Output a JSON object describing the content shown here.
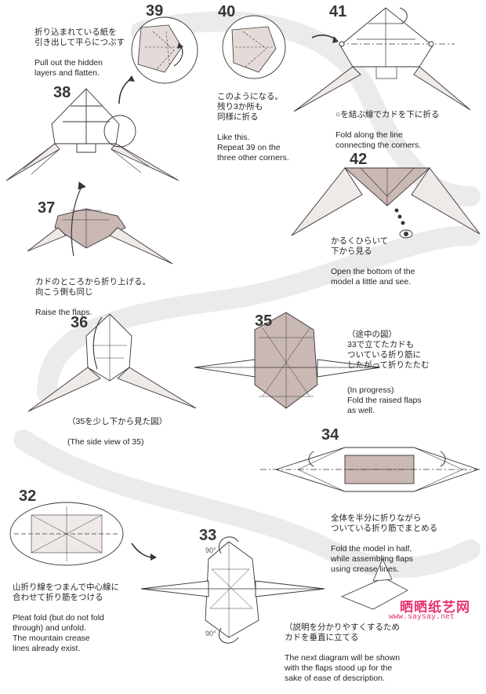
{
  "steps": {
    "s32": {
      "number": "32",
      "jp": "山折り線をつまんで中心線に\n合わせて折り筋をつける",
      "en": "Pleat fold (but do not fold\nthrough) and unfold.\nThe mountain crease\nlines already exist."
    },
    "s33": {
      "number": "33",
      "jp": "（説明を分かりやすくするため\nカドを垂直に立てる",
      "en": "The next diagram will be shown\nwith the flaps stood up for the\nsake of ease of description.",
      "angle_top": "90°",
      "angle_bottom": "90°"
    },
    "s34": {
      "number": "34",
      "jp": "全体を半分に折りながら\nついている折り筋でまとめる",
      "en": "Fold the model in half,\nwhile assembling flaps\nusing crease lines."
    },
    "s35": {
      "number": "35",
      "jp": "（途中の図）\n33で立てたカドも\nついている折り筋に\nしたがって折りたたむ",
      "en": "(In progress)\nFold the raised flaps\nas well."
    },
    "s36": {
      "number": "36",
      "jp": "（35を少し下から見た図）",
      "en": "(The side view of 35)"
    },
    "s37": {
      "number": "37",
      "jp": "カドのところから折り上げる。\n向こう側も同じ",
      "en": "Raise the flaps."
    },
    "s38": {
      "number": "38"
    },
    "s39": {
      "number": "39",
      "jp": "折り込まれている紙を\n引き出して平らにつぶす",
      "en": "Pull out the hidden\nlayers and flatten."
    },
    "s40": {
      "number": "40",
      "jp": "このようになる。\n残り3か所も\n同様に折る",
      "en": "Like this.\nRepeat 39 on the\nthree other corners."
    },
    "s41": {
      "number": "41",
      "jp": "○を結ぶ線でカドを下に折る",
      "en": "Fold along the line\nconnecting the corners."
    },
    "s42": {
      "number": "42",
      "jp": "かるくひらいて\n下から見る",
      "en": "Open the bottom of the\nmodel a little and see."
    }
  },
  "watermark": {
    "brand": "晒晒纸艺网",
    "url": "www.saysay.net"
  },
  "colors": {
    "paper": "#c9b8b4",
    "paper_dark": "#b09d99",
    "line": "#3a3435",
    "swirl": "#ece9ea",
    "watermark": "#e8356f"
  }
}
